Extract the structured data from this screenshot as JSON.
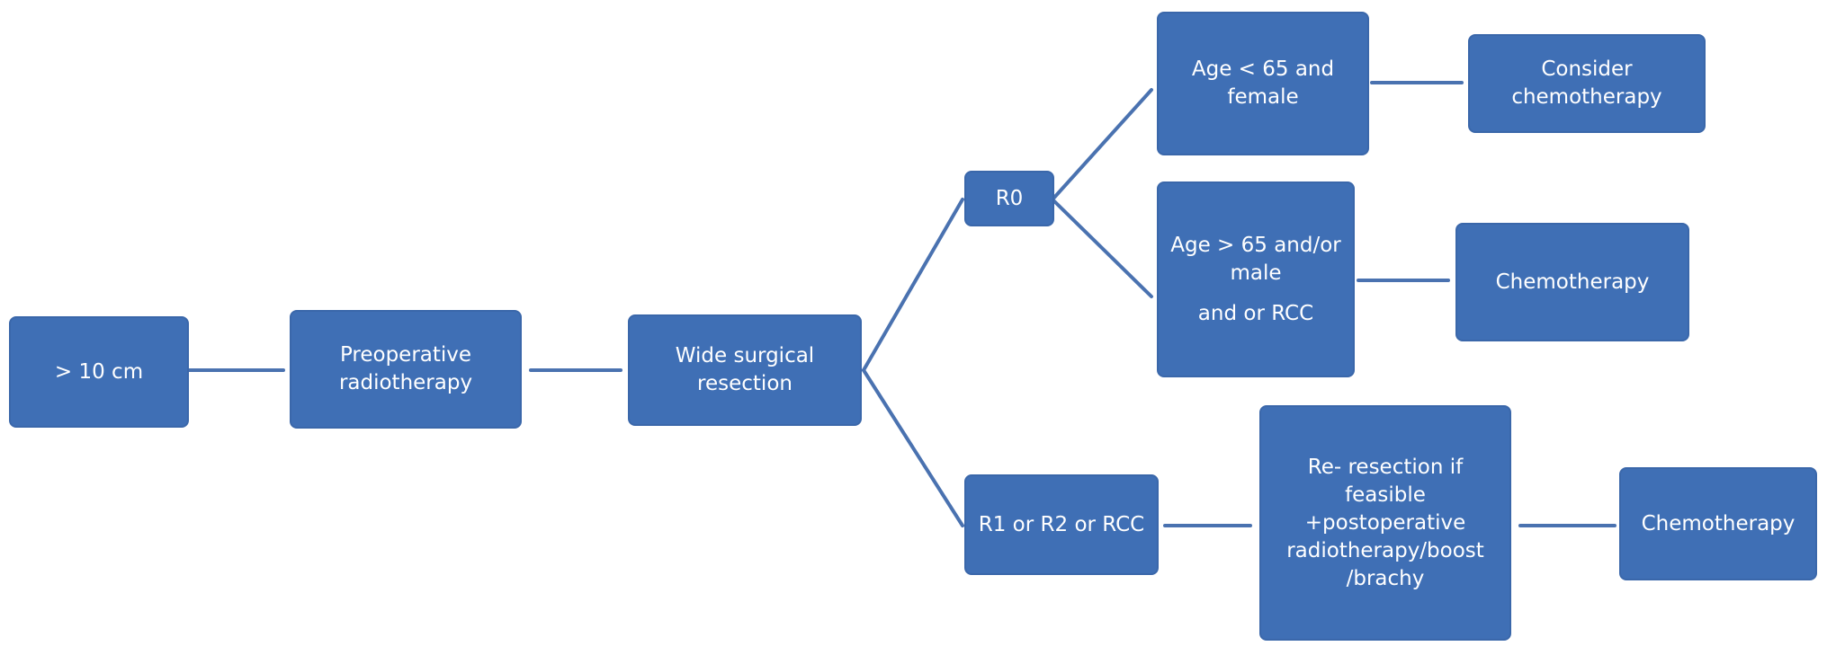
{
  "colors": {
    "box_fill": "#3f6fb5",
    "connector": "#4a72b0",
    "text": "#ffffff",
    "background": "#ffffff"
  },
  "nodes": {
    "size": {
      "lines": [
        "> 10 cm"
      ]
    },
    "preop_rt": {
      "lines": [
        "Preoperative",
        "radiotherapy"
      ]
    },
    "resection": {
      "lines": [
        "Wide surgical",
        "resection"
      ]
    },
    "r0": {
      "lines": [
        "R0"
      ]
    },
    "age_under_65": {
      "lines": [
        "Age < 65 and",
        "female"
      ]
    },
    "consider_chemo": {
      "lines": [
        "Consider",
        "chemotherapy"
      ]
    },
    "age_over_65": {
      "lines": [
        "Age > 65 and/or",
        "male",
        "and or RCC"
      ]
    },
    "chemo_1": {
      "lines": [
        "Chemotherapy"
      ]
    },
    "r1_r2": {
      "lines": [
        "R1 or R2 or RCC"
      ]
    },
    "re_resection": {
      "lines": [
        "Re- resection if",
        "feasible",
        "+postoperative",
        "radiotherapy/boost",
        "/brachy"
      ]
    },
    "chemo_2": {
      "lines": [
        "Chemotherapy"
      ]
    }
  }
}
